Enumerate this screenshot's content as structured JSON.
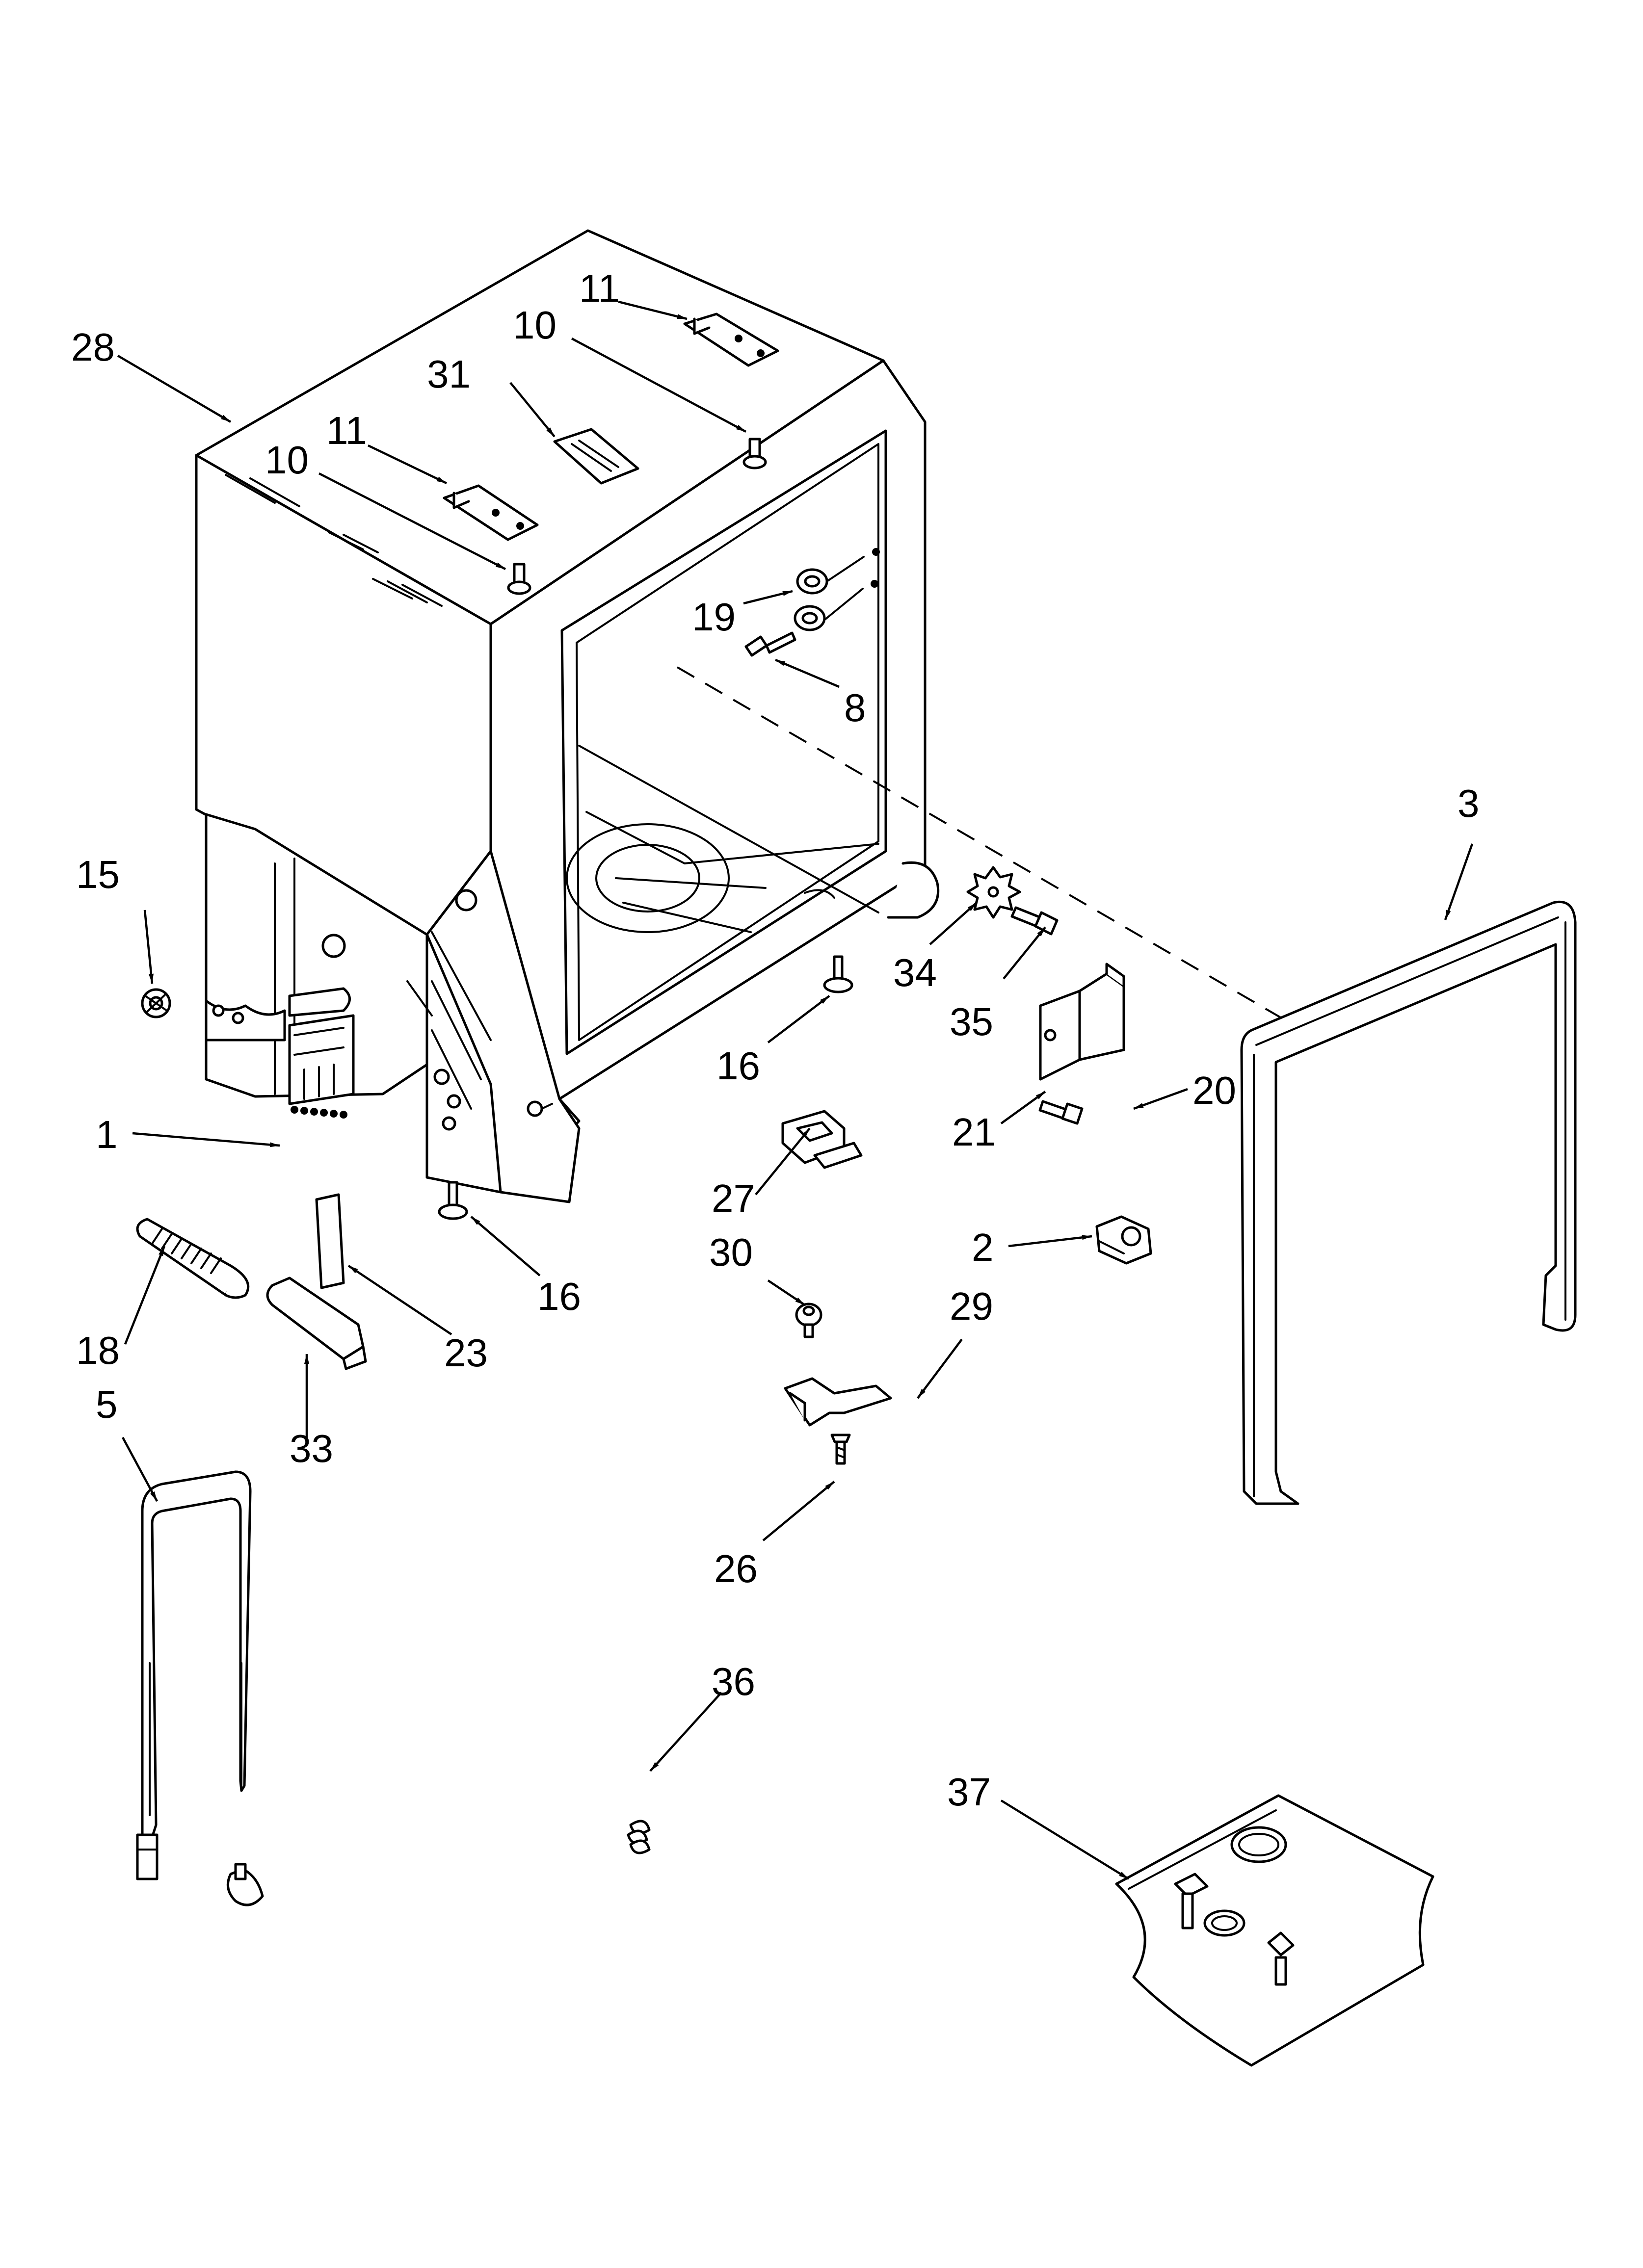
{
  "callouts": {
    "c1": "1",
    "c2": "2",
    "c3": "3",
    "c5": "5",
    "c8": "8",
    "c10a": "10",
    "c10b": "10",
    "c11a": "11",
    "c11b": "11",
    "c15": "15",
    "c16a": "16",
    "c16b": "16",
    "c18": "18",
    "c19": "19",
    "c20": "20",
    "c21": "21",
    "c23": "23",
    "c26": "26",
    "c27": "27",
    "c28": "28",
    "c29": "29",
    "c30": "30",
    "c31": "31",
    "c33": "33",
    "c34": "34",
    "c35": "35",
    "c36": "36",
    "c37": "37"
  },
  "colors": {
    "line": "#000000",
    "background": "#ffffff"
  }
}
